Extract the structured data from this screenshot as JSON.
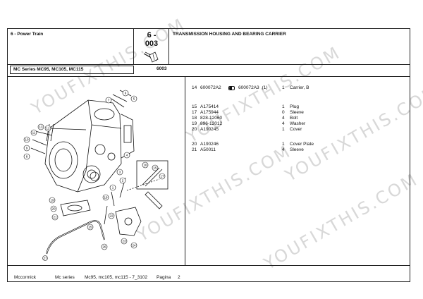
{
  "header": {
    "section": "6 - Power Train",
    "page_code": "6 -\n003",
    "title": "TRANSMISSION HOUSING AND BEARING CARRIER",
    "series": "MC Series MC95, MC105, MC115",
    "ref_number": "6003"
  },
  "parts": [
    {
      "item": "14",
      "part": "600072A2",
      "alt": "600072A3",
      "alt_note": "(1)",
      "qty": "1",
      "desc": "Carrier, B"
    },
    {
      "item": "15",
      "part": "A175414",
      "alt": "",
      "alt_note": "",
      "qty": "1",
      "desc": "Plug"
    },
    {
      "item": "17",
      "part": "A175944",
      "alt": "",
      "alt_note": "",
      "qty": "0",
      "desc": "Sleeve"
    },
    {
      "item": "18",
      "part": "828-12060",
      "alt": "",
      "alt_note": "",
      "qty": "4",
      "desc": "Bolt"
    },
    {
      "item": "19",
      "part": "896-12012",
      "alt": "",
      "alt_note": "",
      "qty": "4",
      "desc": "Washer"
    },
    {
      "item": "20",
      "part": "A190245",
      "alt": "",
      "alt_note": "",
      "qty": "1",
      "desc": "Cover"
    },
    {
      "item": "20",
      "part": "A190246",
      "alt": "",
      "alt_note": "",
      "qty": "1",
      "desc": "Cover Plate"
    },
    {
      "item": "21",
      "part": "A50011",
      "alt": "",
      "alt_note": "",
      "qty": "4",
      "desc": "Sleeve"
    }
  ],
  "footer": {
    "brand": "Mccormick",
    "series": "Mc series",
    "models": "Mc95, mc105, mc115 - 7_3102",
    "page_label": "Pagina",
    "page_number": "2"
  },
  "watermark": "YOUFIXTHIS.COM",
  "drawing_labels": {
    "topleft": [
      "13",
      "12",
      "11",
      "10",
      "9",
      "8"
    ],
    "top": [
      "7",
      "6",
      "5"
    ],
    "mid": [
      "4",
      "3",
      "1",
      "2"
    ],
    "right": [
      "16",
      "15",
      "17"
    ],
    "bottom": [
      "19",
      "20",
      "21",
      "18",
      "22",
      "23",
      "24"
    ],
    "hose": [
      "25",
      "26",
      "27"
    ]
  }
}
